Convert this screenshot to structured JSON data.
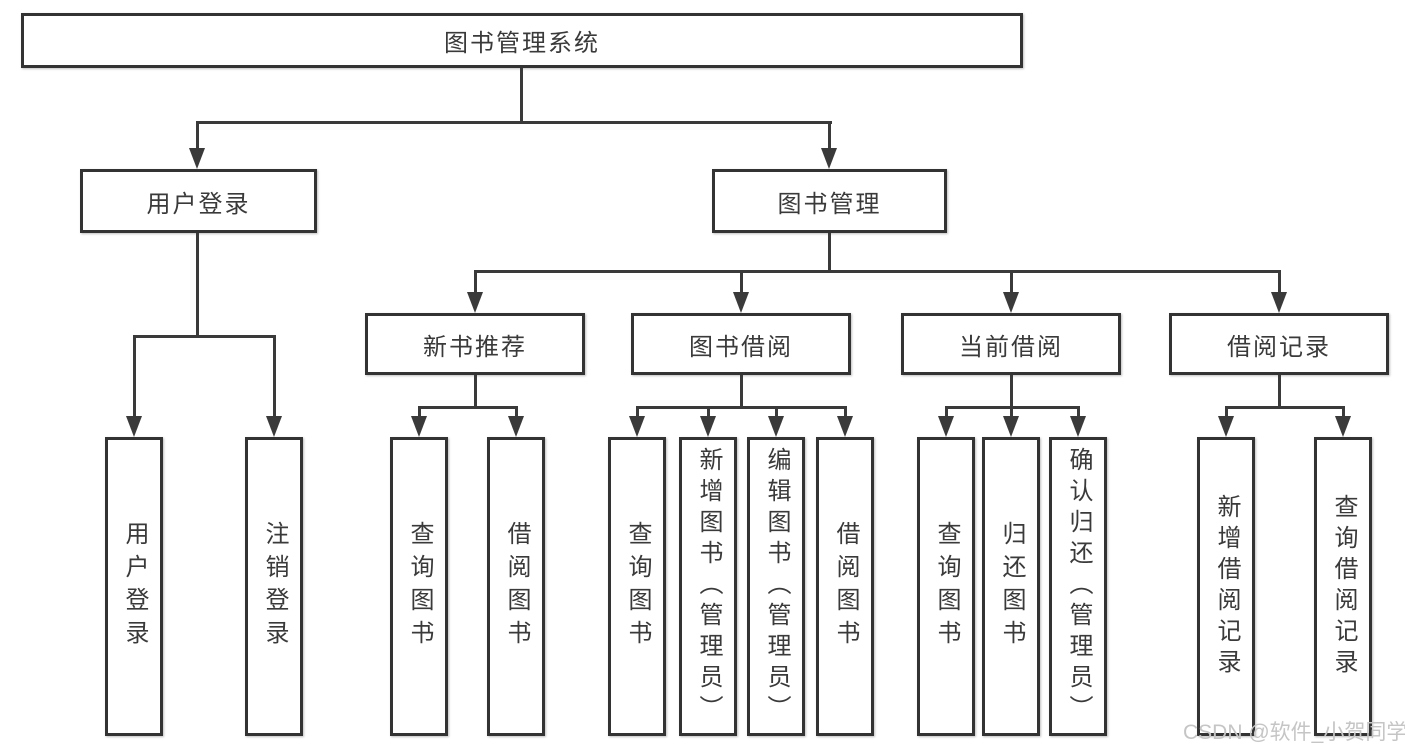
{
  "diagram": {
    "root": {
      "label": "图书管理系统"
    },
    "level1": [
      {
        "label": "用户登录"
      },
      {
        "label": "图书管理"
      }
    ],
    "level2": [
      {
        "label": "新书推荐"
      },
      {
        "label": "图书借阅"
      },
      {
        "label": "当前借阅"
      },
      {
        "label": "借阅记录"
      }
    ],
    "leaves": {
      "user_login": [
        {
          "label": "用户登录"
        },
        {
          "label": "注销登录"
        }
      ],
      "new_book_recommend": [
        {
          "label": "查询图书"
        },
        {
          "label": "借阅图书"
        }
      ],
      "book_borrow": [
        {
          "label": "查询图书"
        },
        {
          "label": "新增图书（管理员）"
        },
        {
          "label": "编辑图书（管理员）"
        },
        {
          "label": "借阅图书"
        }
      ],
      "current_borrow": [
        {
          "label": "查询图书"
        },
        {
          "label": "归还图书"
        },
        {
          "label": "确认归还（管理员）"
        }
      ],
      "borrow_records": [
        {
          "label": "新增借阅记录"
        },
        {
          "label": "查询借阅记录"
        }
      ]
    }
  },
  "watermark": {
    "text": "CSDN @软件_小贺同学"
  },
  "colors": {
    "line": "#3a3a3a",
    "box_border": "#333333",
    "text": "#3a3a3a",
    "watermark": "#c5c5c5",
    "background": "#ffffff"
  }
}
